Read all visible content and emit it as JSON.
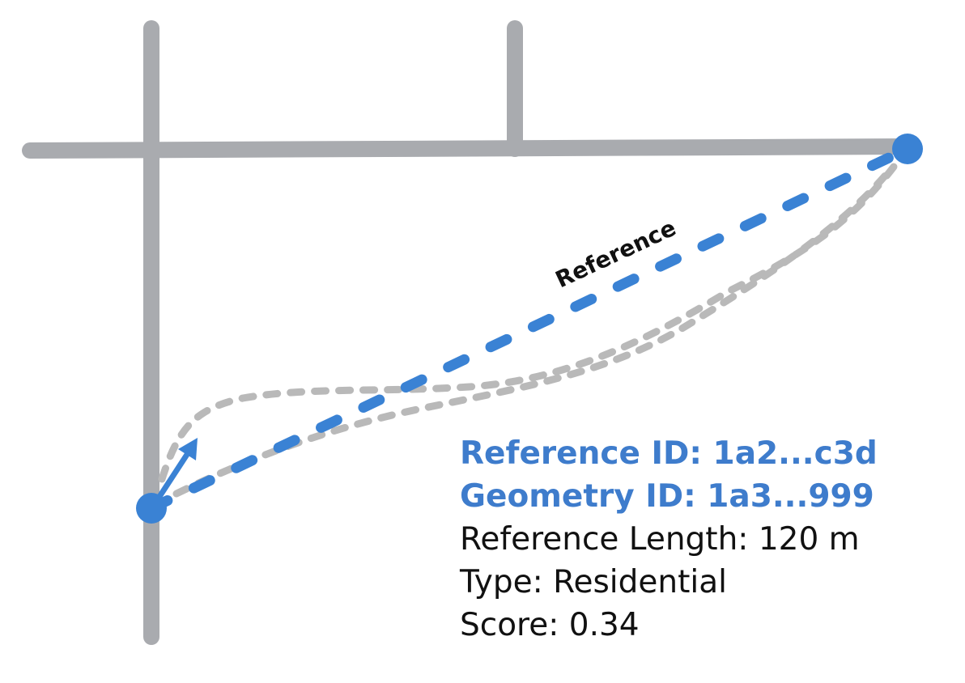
{
  "colors": {
    "road": "#a9abaf",
    "reference": "#3a82d4",
    "candidate": "#b9b9b9",
    "label_text": "#111111",
    "info_accent": "#3e7ccc"
  },
  "diagram": {
    "reference_label": "Reference",
    "start_marker": "start-point",
    "end_marker": "end-point",
    "bearing_arrow": "bearing-arrow-icon"
  },
  "info": {
    "reference_id": "Reference ID: 1a2...c3d",
    "geometry_id": "Geometry ID: 1a3...999",
    "reference_length": "Reference Length: 120 m",
    "type": "Type: Residential",
    "score": "Score: 0.34"
  }
}
